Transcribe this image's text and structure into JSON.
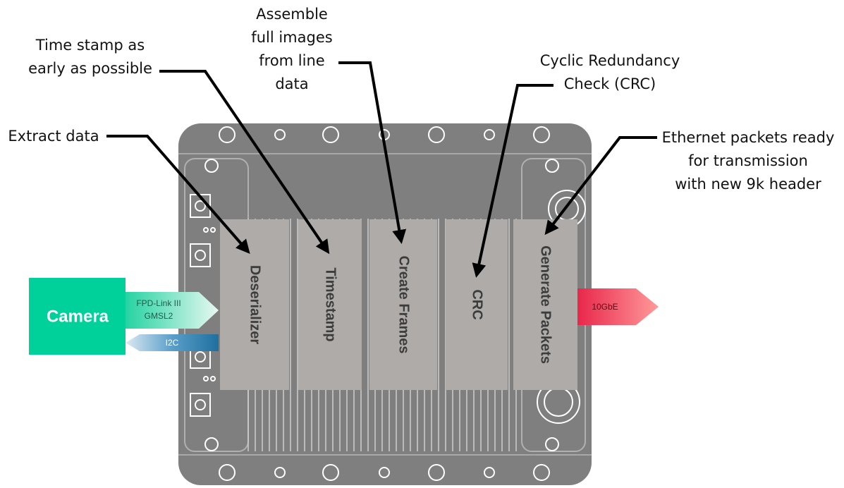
{
  "camera": {
    "label": "Camera",
    "link_label_1": "FPD-Link III",
    "link_label_2": "GMSL2",
    "i2c_label": "I2C"
  },
  "output": {
    "label": "10GbE"
  },
  "blocks": [
    {
      "id": "deserializer",
      "label": "Deserializer"
    },
    {
      "id": "timestamp",
      "label": "Timestamp"
    },
    {
      "id": "create-frames",
      "label": "Create Frames"
    },
    {
      "id": "crc",
      "label": "CRC"
    },
    {
      "id": "generate-packets",
      "label": "Generate Packets"
    }
  ],
  "annotations": {
    "extract": "Extract data",
    "timestamp": "Time stamp as\nearly as possible",
    "assemble": "Assemble\nfull images\nfrom line\ndata",
    "crc": "Cyclic Redundancy\nCheck (CRC)",
    "ethernet": "Ethernet packets ready\nfor transmission\nwith new 9k header"
  },
  "colors": {
    "board": "#7f7f7f",
    "block": "#aeaba9",
    "camera": "#00d19a",
    "output": "#f0475e",
    "i2c": "#2f87b8"
  }
}
